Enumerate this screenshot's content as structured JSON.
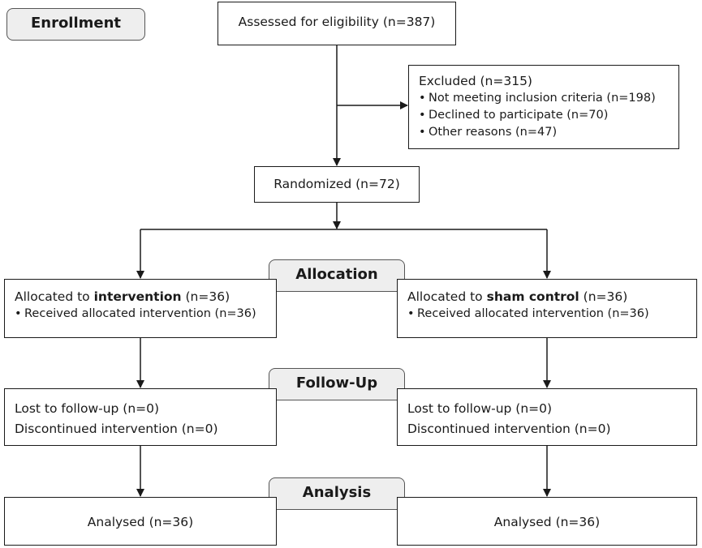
{
  "stages": {
    "enrollment": "Enrollment",
    "allocation": "Allocation",
    "followup": "Follow-Up",
    "analysis": "Analysis"
  },
  "assessed": "Assessed for eligibility (n=387)",
  "excluded": {
    "title": "Excluded (n=315)",
    "items": [
      "Not meeting inclusion criteria (n=198)",
      "Declined to participate (n=70)",
      "Other reasons (n=47)"
    ]
  },
  "randomized": "Randomized (n=72)",
  "allocation": {
    "left": {
      "prefix": "Allocated to ",
      "group": "intervention",
      "suffix": " (n=36)",
      "received": "Received allocated intervention (n=36)"
    },
    "right": {
      "prefix": "Allocated to ",
      "group": "sham control",
      "suffix": " (n=36)",
      "received": "Received allocated intervention (n=36)"
    }
  },
  "followup": {
    "left": {
      "lost": "Lost to follow-up (n=0)",
      "discontinued": "Discontinued intervention (n=0)"
    },
    "right": {
      "lost": "Lost to follow-up (n=0)",
      "discontinued": "Discontinued intervention (n=0)"
    }
  },
  "analysis": {
    "left": "Analysed (n=36)",
    "right": "Analysed (n=36)"
  }
}
